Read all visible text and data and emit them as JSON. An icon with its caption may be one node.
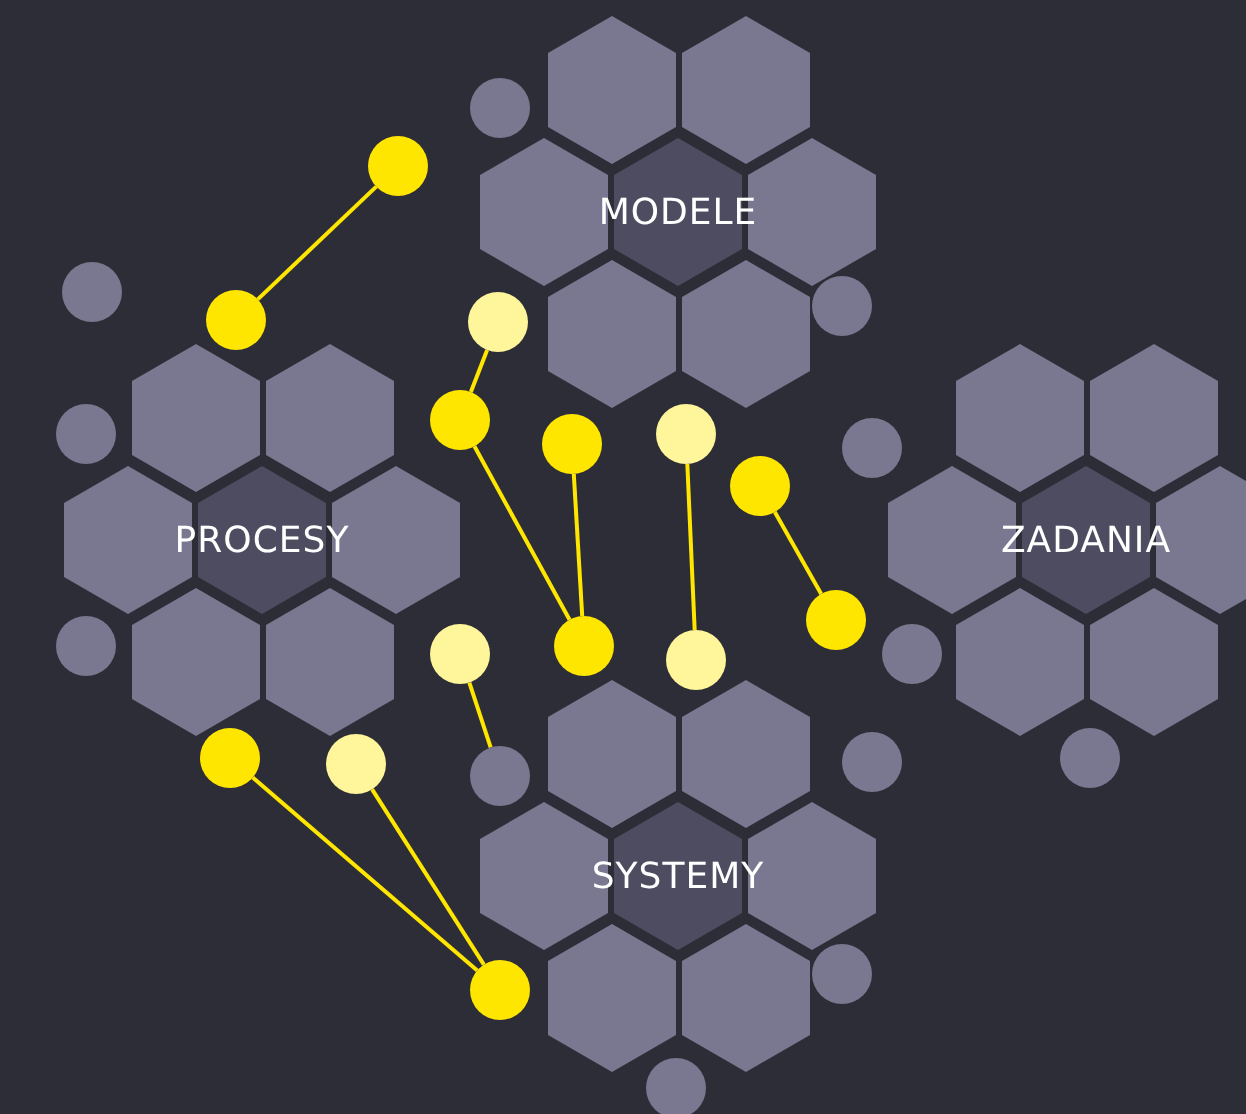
{
  "diagram": {
    "nodes": [
      {
        "text": [
          "MODELE"
        ]
      },
      {
        "text": [
          "PROCESY"
        ]
      },
      {
        "text": [
          "ZADANIA"
        ]
      },
      {
        "text": [
          "SYSTEMY"
        ]
      },
      {
        "text": [],
        "shape": "hexagon"
      },
      {
        "text": [],
        "shape": "hexagon"
      },
      {
        "text": [],
        "shape": "hexagon"
      },
      {
        "text": [],
        "shape": "hexagon"
      },
      {
        "text": [],
        "shape": "hexagon"
      },
      {
        "text": [],
        "shape": "hexagon"
      },
      {
        "text": [],
        "shape": "hexagon"
      },
      {
        "text": [],
        "shape": "hexagon"
      },
      {
        "text": [],
        "shape": "hexagon"
      },
      {
        "text": [],
        "shape": "hexagon"
      },
      {
        "text": [],
        "shape": "hexagon"
      },
      {
        "text": [],
        "shape": "hexagon"
      },
      {
        "text": [],
        "shape": "hexagon"
      },
      {
        "text": [],
        "shape": "hexagon"
      },
      {
        "text": [],
        "shape": "hexagon"
      },
      {
        "text": [],
        "shape": "hexagon"
      },
      {
        "text": [],
        "shape": "hexagon"
      },
      {
        "text": [],
        "shape": "hexagon"
      },
      {
        "text": [],
        "shape": "hexagon"
      },
      {
        "text": [],
        "shape": "hexagon"
      },
      {
        "text": [],
        "shape": "hexagon"
      },
      {
        "text": [],
        "shape": "hexagon"
      },
      {
        "text": [],
        "shape": "hexagon"
      },
      {
        "text": [],
        "shape": "hexagon"
      },
      {
        "text": [],
        "shape": "circle"
      },
      {
        "text": [],
        "shape": "circle"
      },
      {
        "text": [],
        "shape": "circle"
      },
      {
        "text": [],
        "shape": "circle"
      },
      {
        "text": [],
        "shape": "circle"
      },
      {
        "text": [],
        "shape": "circle"
      },
      {
        "text": [],
        "shape": "circle"
      },
      {
        "text": [],
        "shape": "circle"
      },
      {
        "text": [],
        "shape": "circle"
      },
      {
        "text": [],
        "shape": "circle"
      },
      {
        "text": [],
        "shape": "circle"
      },
      {
        "text": [],
        "shape": "circle"
      },
      {
        "text": [],
        "shape": "circle"
      },
      {
        "text": [],
        "shape": "circle"
      },
      {
        "text": [],
        "shape": "circle"
      },
      {
        "text": [],
        "shape": "circle"
      },
      {
        "text": [],
        "shape": "circle"
      },
      {
        "text": [],
        "shape": "circle"
      },
      {
        "text": [],
        "shape": "circle"
      },
      {
        "text": [],
        "shape": "circle"
      },
      {
        "text": [],
        "shape": "circle"
      },
      {
        "text": [],
        "shape": "circle"
      },
      {
        "text": [],
        "shape": "circle"
      },
      {
        "text": [],
        "shape": "circle"
      },
      {
        "text": [],
        "shape": "circle"
      },
      {
        "text": [],
        "shape": "circle"
      }
    ],
    "edges": [
      {
        "from": 29,
        "to": 32,
        "arrow": "none"
      },
      {
        "from": 33,
        "to": 34,
        "arrow": "none"
      },
      {
        "from": 34,
        "to": 41,
        "arrow": "none"
      },
      {
        "from": 37,
        "to": 41,
        "arrow": "none"
      },
      {
        "from": 36,
        "to": 45,
        "arrow": "none"
      },
      {
        "from": 39,
        "to": 40,
        "arrow": "none"
      },
      {
        "from": 43,
        "to": 50,
        "arrow": "none"
      },
      {
        "from": 46,
        "to": 52,
        "arrow": "none"
      },
      {
        "from": 49,
        "to": 52,
        "arrow": "none"
      }
    ]
  }
}
